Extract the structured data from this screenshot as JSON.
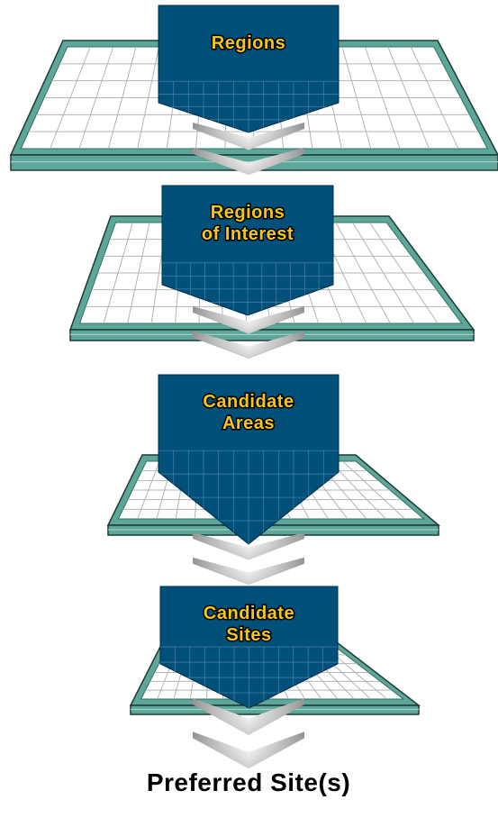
{
  "stages": [
    {
      "label_lines": [
        "Regions"
      ]
    },
    {
      "label_lines": [
        "Regions",
        "of Interest"
      ]
    },
    {
      "label_lines": [
        "Candidate",
        "Areas"
      ]
    },
    {
      "label_lines": [
        "Candidate",
        "Sites"
      ]
    }
  ],
  "result": {
    "label": "Preferred Site(s)"
  },
  "colors": {
    "box": "#00507a",
    "label_fill": "#f5c518",
    "label_stroke": "#000000",
    "tray_rim": "#5fa69a",
    "tray_rim_dark": "#2f6f65",
    "grid_line": "#b4b4b4",
    "arrow_light": "#ffffff",
    "arrow_dark": "#8f8f8f"
  }
}
